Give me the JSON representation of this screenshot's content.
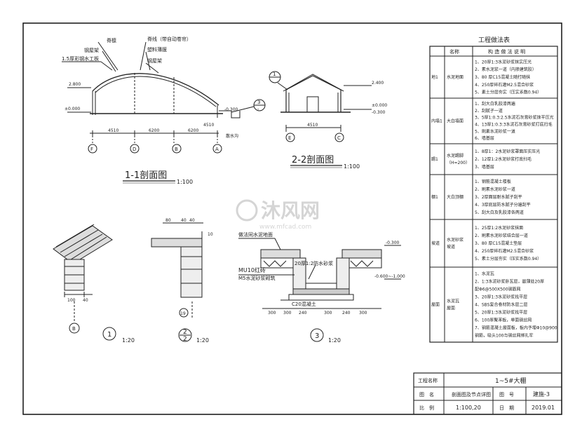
{
  "table": {
    "title": "工程做法表",
    "header": {
      "name": "名称",
      "desc": "构 造 做 法 说 明"
    },
    "rows": [
      {
        "code": "地1",
        "name": [
          "水泥地面"
        ],
        "desc": [
          "1、20厚1:3水泥砂浆抹实压光",
          "2、素水泥浆一道（内掺建筑胶）",
          "3、80 厚C15混凝土随打随抹",
          "4、250厚碎石灌M2.5混合砂浆",
          "5、素土分层夯实（压实系数0.94）"
        ]
      },
      {
        "code": "内墙1",
        "name": [
          "大白墙面"
        ],
        "desc": [
          "1、刮大白乳胶漆两遍",
          "2、刮腻子一道",
          "3、5厚1:0.3:2.5水泥石灰膏砂浆抹平压光",
          "4、13厚1:0.3:3水泥石灰膏砂浆打底扫毛",
          "5、刷素水泥砂浆一道",
          "6、墙基层"
        ]
      },
      {
        "code": "踢1",
        "name": [
          "水泥踢脚",
          "（H=200）"
        ],
        "desc": [
          "1、8厚1：2水泥砂浆罩面压实压光",
          "2、12厚1:2水泥砂浆打底扫毛",
          "3、墙基层"
        ]
      },
      {
        "code": "棚1",
        "name": [
          "大白顶棚"
        ],
        "desc": [
          "1、钢筋混凝土楼板",
          "2、刷素水泥砂浆一道",
          "3、2厚面层耐水腻子刮平",
          "4、3厚底层防水腻子分遍刮平",
          "5、刮大白及乳胶漆各两道"
        ]
      },
      {
        "code": "坡道",
        "name": [
          "水泥砂浆",
          "坡道"
        ],
        "desc": [
          "1、25厚1:2水泥砂浆抹面",
          "2、刷素水泥砂浆结合层一道",
          "3、80 厚C15混凝土垫层",
          "4、250厚碎石灌M2.5混合砂浆",
          "5、素土分层夯实（压实系数0.94）"
        ]
      },
      {
        "code": "屋面",
        "name": [
          "水泥瓦",
          "屋面"
        ],
        "desc": [
          "1、水泥瓦",
          "2、1:3水泥砂浆卧瓦层，最薄处20厚",
          "配Φ6@500X500钢筋网",
          "3、20厚1:3水泥砂浆找平层",
          "4、SBS复合卷材防水层二层",
          "5、20厚1:3水泥砂浆找平层",
          "6、100厚聚苯板，单面钢丝网",
          "7、钢筋混凝土屋面板，板内予埋Φ10@900",
          "钢筋，吸头100与钢丝网绑扎牢"
        ]
      }
    ]
  },
  "titleblock": {
    "project_label": "工程名称",
    "project_value": "1~5#大棚",
    "drawing_label": "图　名",
    "drawing_value": "剖面图及节点详图",
    "number_label": "图　号",
    "number_value": "建施-3",
    "scale_label": "比　例",
    "scale_value": "1:100,20",
    "date_label": "日　期",
    "date_value": "2019.01"
  },
  "section11": {
    "title": "1-1剖面图",
    "scale": "1:100",
    "labels": {
      "ridge": "脊檩",
      "purlin": "钢屋架",
      "board": "1.5厚彩钢水工板",
      "vent": "脊线（带自动卷帘）",
      "film": "塑料薄膜",
      "frame": "钢屋架",
      "drain": "散水沟"
    },
    "levels": [
      "2.800",
      "±0.000",
      "-0.300"
    ],
    "dims": [
      "4510",
      "6200",
      "6200",
      "4510"
    ],
    "axes": [
      "F",
      "D",
      "B",
      "A"
    ],
    "callout": {
      "num": "3",
      "sheet": "-"
    }
  },
  "section22": {
    "title": "2-2剖面图",
    "scale": "1:100",
    "levels": [
      "2.400",
      "±0.000",
      "-0.300"
    ],
    "dims": [
      "4510"
    ],
    "axes": [
      "E",
      "C"
    ],
    "callout": {
      "num": "1"
    }
  },
  "detail1": {
    "num": "1",
    "scale": "1:20",
    "axis": "B",
    "dims": [
      "100",
      "40"
    ]
  },
  "detail2": {
    "num": "2",
    "sheet": "2",
    "scale": "1:20",
    "axis": "19",
    "dims": [
      "80",
      "40",
      "40",
      "10"
    ]
  },
  "detail3": {
    "num": "3",
    "scale": "1:20",
    "labels": [
      "做法同水泥地面",
      "MU10红砖",
      "M5水泥砂浆砌筑",
      "20厚1:2防水砂浆",
      "C20混凝土"
    ],
    "levels": [
      "-0.300",
      "-0.600~-1.000"
    ],
    "dims": [
      "300",
      "300",
      "240",
      "300",
      "240",
      "300"
    ]
  },
  "watermark": {
    "text": "沐风网",
    "url": "www.mfcad.com"
  }
}
